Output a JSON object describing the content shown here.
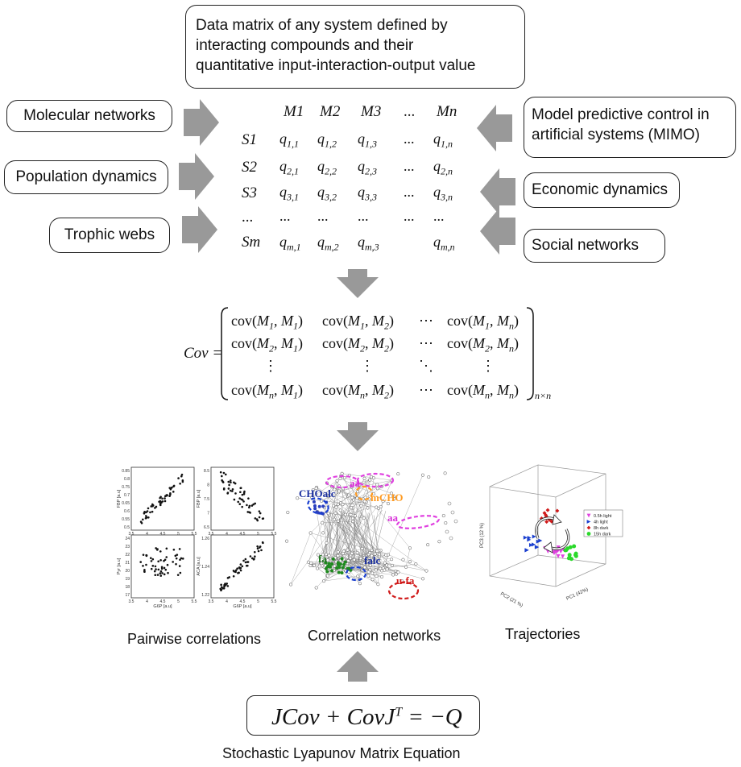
{
  "top_box": {
    "lines": [
      "Data matrix of any system defined by",
      "interacting compounds and their",
      "quantitative input-interaction-output value"
    ]
  },
  "left_boxes": {
    "molecular": "Molecular networks",
    "population": "Population dynamics",
    "trophic": "Trophic webs"
  },
  "right_boxes": {
    "mpc_lines": [
      "Model predictive control in",
      "artificial systems (MIMO)"
    ],
    "economic": "Economic dynamics",
    "social": "Social networks"
  },
  "matrix": {
    "col_headers": [
      "M1",
      "M2",
      "M3",
      "...",
      "Mn"
    ],
    "row_headers": [
      "S1",
      "S2",
      "S3",
      "...",
      "Sm"
    ],
    "rows": [
      [
        "q1,1",
        "q1,2",
        "q1,3",
        "...",
        "q1,n"
      ],
      [
        "q2,1",
        "q2,2",
        "q2,3",
        "...",
        "q2,n"
      ],
      [
        "q3,1",
        "q3,2",
        "q3,3",
        "...",
        "q3,n"
      ],
      [
        "...",
        "...",
        "...",
        "...",
        "..."
      ],
      [
        "qm,1",
        "qm,2",
        "qm,3",
        "",
        "qm,n"
      ]
    ]
  },
  "cov": {
    "lhs": "Cov =",
    "rows": [
      [
        "cov(M1, M1)",
        "cov(M1, M2)",
        "⋯",
        "cov(M1, Mn)"
      ],
      [
        "cov(M2, M1)",
        "cov(M2, M2)",
        "⋯",
        "cov(M2, Mn)"
      ],
      [
        "⋮",
        "⋮",
        "⋱",
        "⋮"
      ],
      [
        "cov(Mn, M1)",
        "cov(Mn, M2)",
        "⋯",
        "cov(Mn, Mn)"
      ]
    ],
    "subscript": "n×n"
  },
  "panels": {
    "pairwise": {
      "caption": "Pairwise correlations",
      "plots": [
        {
          "ylabel": "FBP [a.u]",
          "xlabel": "G6P [a.u]",
          "yticks": [
            "0.85",
            "0.8",
            "0.75",
            "0.7",
            "0.65",
            "0.6",
            "0.55",
            "0.5"
          ],
          "xticks": [
            "3.5",
            "4",
            "4.5",
            "5",
            "5.5"
          ]
        },
        {
          "ylabel": "FBP [a.u]",
          "xlabel": "G6P [a.u]",
          "yticks": [
            "8.5",
            "8",
            "7.5",
            "7",
            "6.5"
          ],
          "xticks": [
            "3.5",
            "4",
            "4.5",
            "5",
            "5.5"
          ]
        },
        {
          "ylabel": "Pyr [a.u]",
          "xlabel": "G6P [a.u]",
          "yticks": [
            "24",
            "23",
            "22",
            "21",
            "20",
            "19",
            "18",
            "17"
          ],
          "xticks": [
            "3.5",
            "4",
            "4.5",
            "5",
            "5.5"
          ]
        },
        {
          "ylabel": "ACA [a.u]",
          "xlabel": "G6P [a.u]",
          "yticks": [
            "1.26",
            "1.24",
            "1.22"
          ],
          "xticks": [
            "3.5",
            "4",
            "4.5",
            "5",
            "5.5"
          ]
        }
      ]
    },
    "network": {
      "caption": "Correlation networks",
      "labels": {
        "choalc": "CHOalc",
        "aa1": "aa",
        "mcho": "mCHO",
        "aa2": "aa",
        "fa": "fa",
        "falc": "falc",
        "ufa": "u-fa"
      }
    },
    "trajectories": {
      "caption": "Trajectories",
      "legend": [
        "0.5h light",
        "4h light",
        "8h dark",
        "15h dark"
      ],
      "axes": {
        "pc1": "PC1 (42%)",
        "pc2": "PC2 (21 %)",
        "pc3": "PC3 (12 %)"
      }
    }
  },
  "lyapunov": {
    "caption": "Stochastic Lyapunov Matrix Equation"
  },
  "colors": {
    "arrow": "#999999",
    "light05": "#e040e0",
    "light4": "#1a3fcf",
    "dark8": "#d01a1a",
    "dark15": "#2bd92b"
  }
}
